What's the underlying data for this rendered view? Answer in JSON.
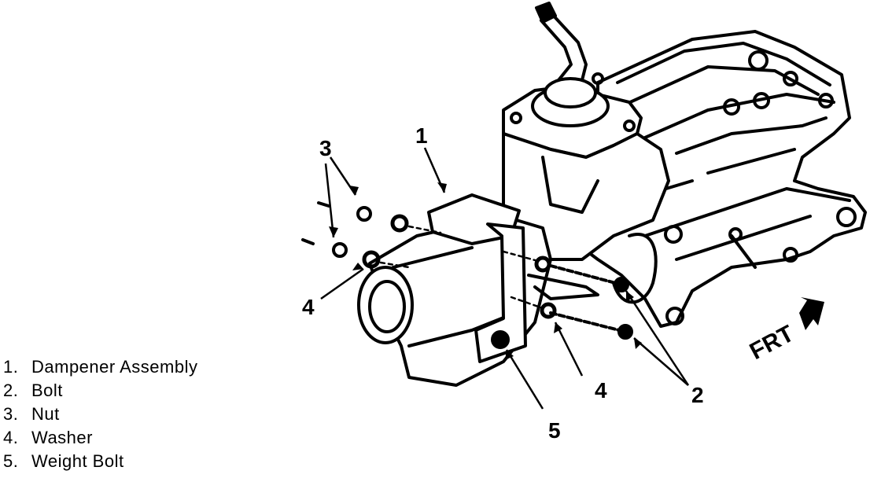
{
  "callouts": {
    "c1": "1",
    "c2": "2",
    "c3": "3",
    "c4_left": "4",
    "c4_right": "4",
    "c5": "5"
  },
  "direction_label": "FRT",
  "legend": [
    {
      "num": "1.",
      "label": "Dampener Assembly"
    },
    {
      "num": "2.",
      "label": "Bolt"
    },
    {
      "num": "3.",
      "label": "Nut"
    },
    {
      "num": "4.",
      "label": "Washer"
    },
    {
      "num": "5.",
      "label": "Weight Bolt"
    }
  ]
}
